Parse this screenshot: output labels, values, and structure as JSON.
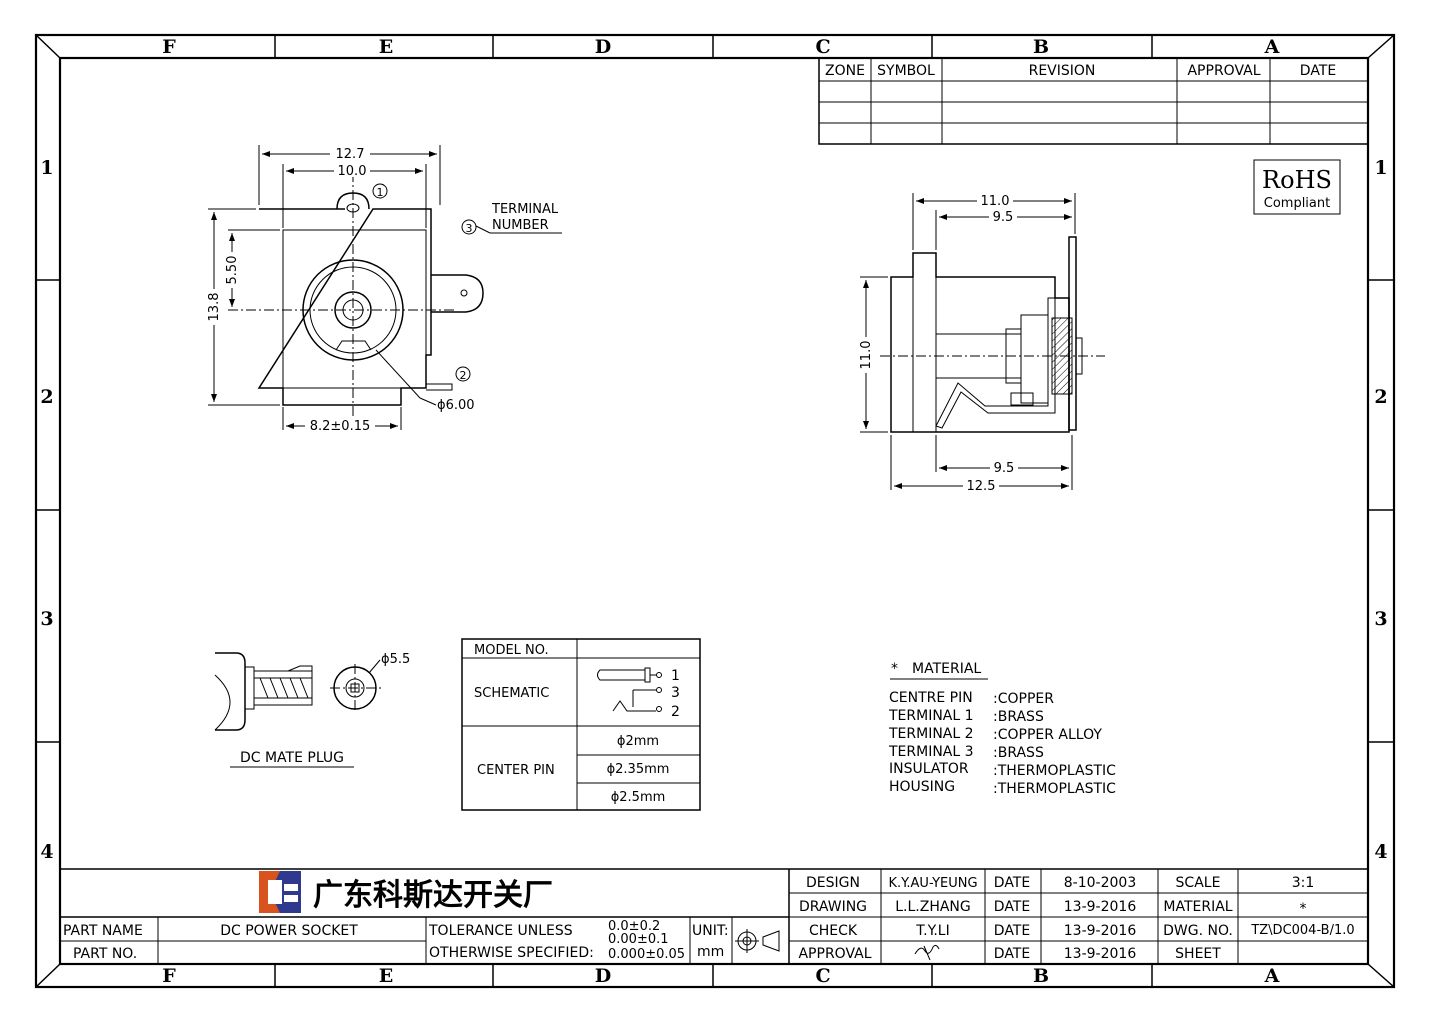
{
  "zones": {
    "columns": [
      "F",
      "E",
      "D",
      "C",
      "B",
      "A"
    ],
    "rows": [
      "1",
      "2",
      "3",
      "4"
    ]
  },
  "revision_table": {
    "headers": [
      "ZONE",
      "SYMBOL",
      "REVISION",
      "APPROVAL",
      "DATE"
    ]
  },
  "rohs": {
    "main": "RoHS",
    "sub": "Compliant"
  },
  "front_view": {
    "dims": {
      "width_outer": "12.7",
      "width_inner": "10.0",
      "height_total": "13.8",
      "center_height": "5.50",
      "base_width": "8.2±0.15",
      "hole_dia": "ϕ6.00"
    },
    "terminal_label": [
      "TERMINAL",
      "NUMBER"
    ],
    "callouts": [
      "1",
      "3",
      "2"
    ]
  },
  "side_view": {
    "dims": {
      "top_outer": "11.0",
      "top_inner": "9.5",
      "height": "11.0",
      "bottom_inner": "9.5",
      "bottom_outer": "12.5"
    }
  },
  "mate_plug": {
    "label": "DC MATE PLUG",
    "dia": "ϕ5.5"
  },
  "model_table": {
    "model_no": "MODEL NO.",
    "schematic": "SCHEMATIC",
    "schematic_pins": [
      "1",
      "3",
      "2"
    ],
    "center_pin": "CENTER PIN",
    "center_pin_options": [
      "ϕ2mm",
      "ϕ2.35mm",
      "ϕ2.5mm"
    ]
  },
  "material": {
    "title": "MATERIAL",
    "rows": [
      {
        "part": "CENTRE PIN",
        "value": ":COPPER"
      },
      {
        "part": "TERMINAL 1",
        "value": ":BRASS"
      },
      {
        "part": "TERMINAL 2",
        "value": ":COPPER ALLOY"
      },
      {
        "part": "TERMINAL 3",
        "value": ":BRASS"
      },
      {
        "part": "INSULATOR",
        "value": ":THERMOPLASTIC"
      },
      {
        "part": "HOUSING",
        "value": ":THERMOPLASTIC"
      }
    ]
  },
  "title_block": {
    "company": "广东科斯达开关厂",
    "part_name_label": "PART NAME",
    "part_name": "DC POWER SOCKET",
    "part_no_label": "PART NO.",
    "tolerance_line1": "TOLERANCE UNLESS",
    "tolerance_line2": "OTHERWISE SPECIFIED:",
    "tolerances": [
      "0.0±0.2",
      "0.00±0.1",
      "0.000±0.05"
    ],
    "unit_label": "UNIT:",
    "unit": "mm",
    "rows": [
      {
        "role": "DESIGN",
        "name": "K.Y.AU-YEUNG",
        "date_label": "DATE",
        "date": "8-10-2003",
        "key": "SCALE",
        "value": "3:1"
      },
      {
        "role": "DRAWING",
        "name": "L.L.ZHANG",
        "date_label": "DATE",
        "date": "13-9-2016",
        "key": "MATERIAL",
        "value": "*"
      },
      {
        "role": "CHECK",
        "name": "T.Y.LI",
        "date_label": "DATE",
        "date": "13-9-2016",
        "key": "DWG. NO.",
        "value": "TZ\\DC004-B/1.0"
      },
      {
        "role": "APPROVAL",
        "name": "",
        "date_label": "DATE",
        "date": "13-9-2016",
        "key": "SHEET",
        "value": ""
      }
    ]
  }
}
